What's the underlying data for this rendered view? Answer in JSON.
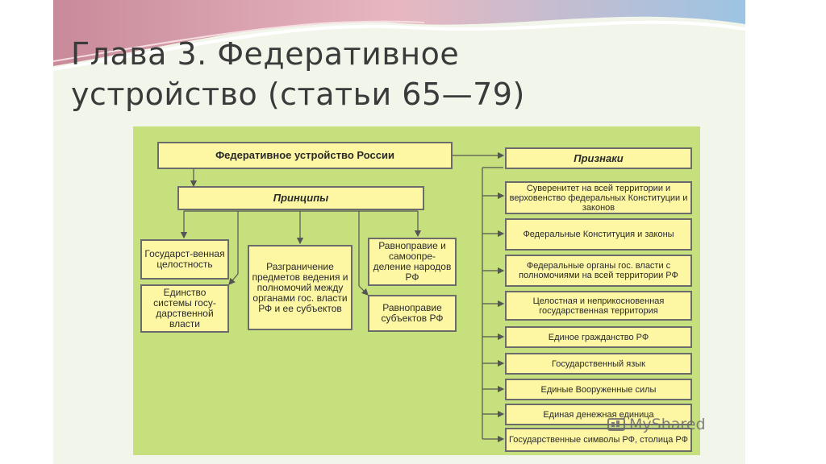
{
  "slide": {
    "title_line1": "Глава 3. Федеративное",
    "title_line2": "устройство (статьи 65—79)"
  },
  "diagram": {
    "root": "Федеративное устройство России",
    "principles_header": "Принципы",
    "signs_header": "Признаки",
    "principles": [
      "Государст-венная целостность",
      "Единство системы госу-дарственной власти",
      "Разграничение предметов ведения и полномочий между органами гос. власти РФ и ее субъектов",
      "Равноправие и самоопре-деление народов РФ",
      "Равноправие субъектов РФ"
    ],
    "signs": [
      "Суверенитет на всей территории и верховенство федеральных Конституции и законов",
      "Федеральные Конституция и законы",
      "Федеральные органы гос. власти с полномочиями на всей территории РФ",
      "Целостная и неприкосновенная государственная территория",
      "Единое гражданство РФ",
      "Государственный язык",
      "Единые Вооруженные силы",
      "Единая денежная единица",
      "Государственные символы РФ, столица РФ"
    ]
  },
  "watermark": {
    "text": "MyShared",
    "icon": "myshared-logo-icon"
  },
  "colors": {
    "panel": "#c5e07c",
    "box": "#fdf7a4",
    "border": "#6b6b6b"
  }
}
